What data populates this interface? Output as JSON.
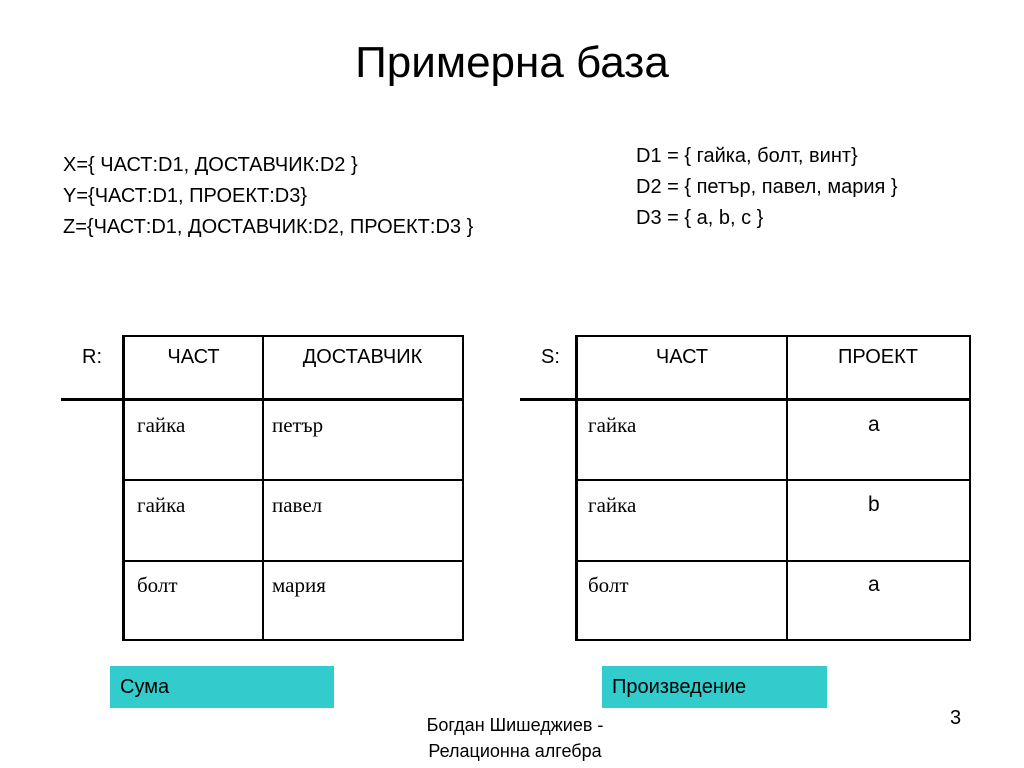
{
  "slide": {
    "title": "Примерна база",
    "definitions": [
      "X={ ЧАСТ:D1, ДОСТАВЧИК:D2 }",
      "Y={ЧАСТ:D1, ПРОЕКТ:D3}",
      "Z={ЧАСТ:D1, ДОСТАВЧИК:D2, ПРОЕКТ:D3 }"
    ],
    "domains": [
      "D1 = { гайка, болт, винт}",
      "D2 = { петър, павел, мария }",
      "D3 = { a, b, c }"
    ]
  },
  "table_r": {
    "label": "R:",
    "headers": [
      "ЧАСТ",
      "ДОСТАВЧИК"
    ],
    "rows": [
      [
        "гайка",
        "петър"
      ],
      [
        "гайка",
        "павел"
      ],
      [
        "болт",
        "мария"
      ]
    ]
  },
  "table_s": {
    "label": "S:",
    "headers": [
      "ЧАСТ",
      "ПРОЕКТ"
    ],
    "rows": [
      [
        "гайка",
        "a"
      ],
      [
        "гайка",
        "b"
      ],
      [
        "болт",
        "a"
      ]
    ]
  },
  "buttons": {
    "sum": "Сума",
    "product": "Произведение"
  },
  "footer": {
    "author_line1": "Богдан Шишеджиев -",
    "author_line2": "Релационна алгебра",
    "page_number": "3"
  },
  "colors": {
    "button_bg": "#33cccc"
  }
}
